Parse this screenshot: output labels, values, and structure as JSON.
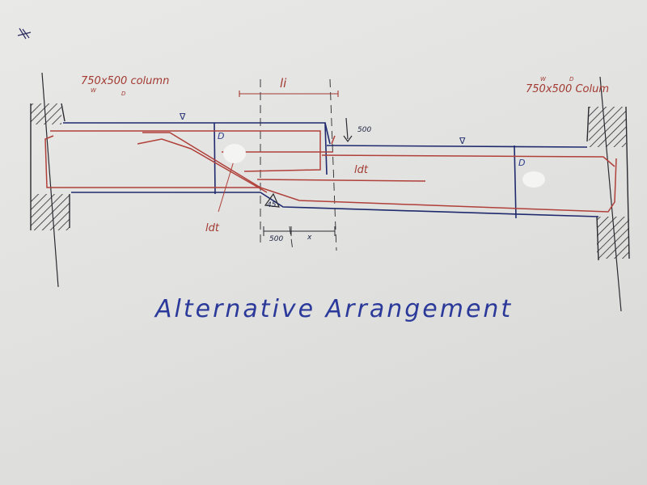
{
  "title": "Alternative Arrangement",
  "left_column_label": "750x500 column",
  "left_column_sub_w": "W",
  "left_column_sub_d": "D",
  "right_column_label": "750x500 Colum",
  "right_column_sub_w": "W",
  "right_column_sub_d": "D",
  "lap_length_label": "li",
  "step_height_label": "500",
  "depth_label_left": "D",
  "depth_label_right": "D",
  "anchorage_label_top": "ldt",
  "anchorage_label_bottom": "ldt",
  "haunch_offset_label": "500",
  "haunch_x_label": "x",
  "haunch_angle_label": "45",
  "level_marker": "∇",
  "colors": {
    "ink_blue": "#1f2a6e",
    "ink_red": "#b0403a",
    "ink_black": "#2a2a30",
    "title_blue": "#2b3a9a"
  }
}
